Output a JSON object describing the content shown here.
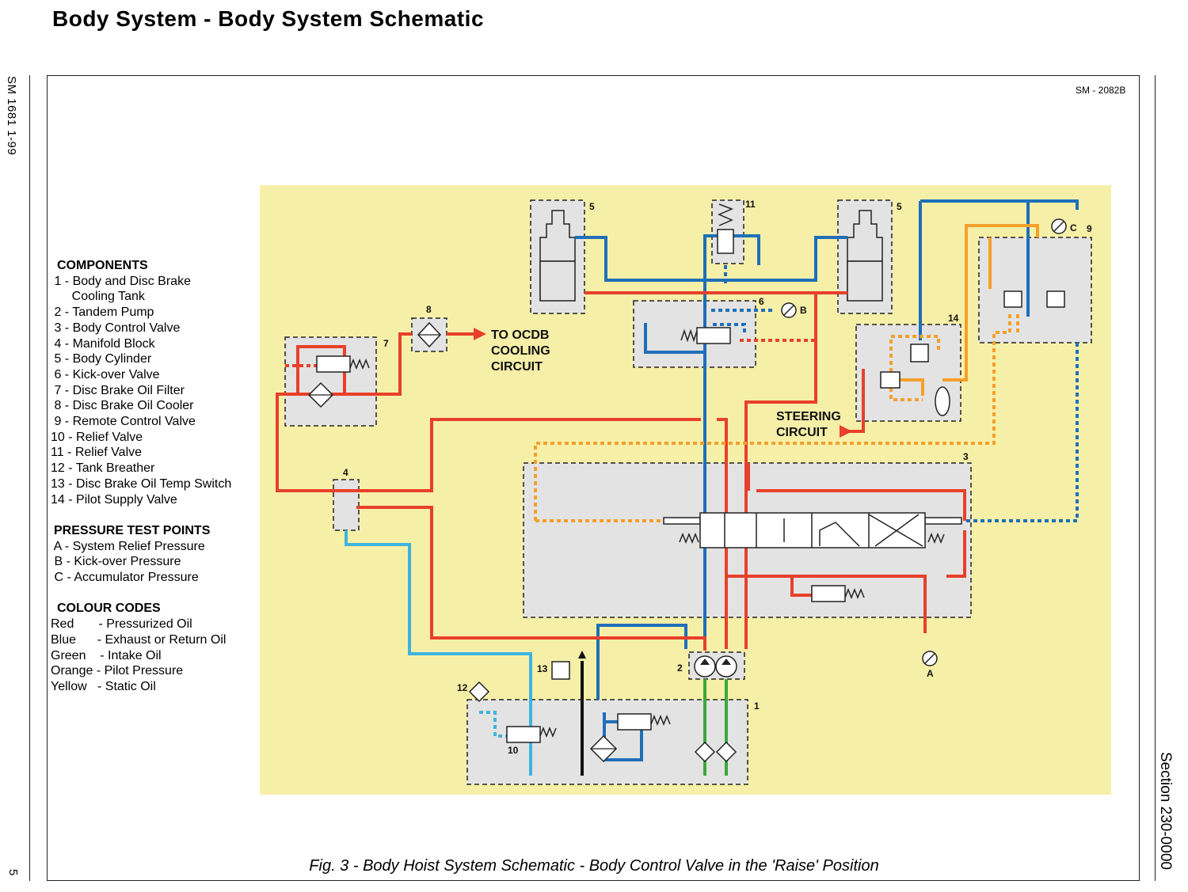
{
  "page": {
    "title": "Body System - Body System Schematic",
    "side_left": "SM 1681 1-99",
    "page_number": "5",
    "side_right": "Section 230-0000",
    "figure_code": "SM - 2082B",
    "caption": "Fig. 3 - Body Hoist System Schematic - Body Control Valve in the 'Raise' Position"
  },
  "legend": {
    "components_title": "COMPONENTS",
    "components": [
      " 1 - Body and Disc Brake",
      "      Cooling Tank",
      " 2 - Tandem Pump",
      " 3 - Body Control Valve",
      " 4 - Manifold Block",
      " 5 - Body Cylinder",
      " 6 - Kick-over Valve",
      " 7 - Disc Brake Oil Filter",
      " 8 - Disc Brake Oil Cooler",
      " 9 - Remote Control Valve",
      "10 - Relief Valve",
      "11 - Relief Valve",
      "12 - Tank Breather",
      "13 - Disc Brake Oil Temp Switch",
      "14 - Pilot Supply Valve"
    ],
    "pressure_title": "PRESSURE TEST POINTS",
    "pressure_points": [
      " A - System Relief Pressure",
      " B - Kick-over Pressure",
      " C - Accumulator Pressure"
    ],
    "colour_title": "COLOUR CODES",
    "colour_codes": [
      "Red       - Pressurized Oil",
      "Blue      - Exhaust or Return Oil",
      "Green    - Intake Oil",
      "Orange - Pilot Pressure",
      "Yellow   - Static Oil"
    ]
  },
  "diagram": {
    "labels": {
      "n1": "1",
      "n2": "2",
      "n3": "3",
      "n4": "4",
      "n5a": "5",
      "n5b": "5",
      "n6": "6",
      "n7": "7",
      "n8": "8",
      "n9": "9",
      "n10": "10",
      "n11": "11",
      "n12": "12",
      "n13": "13",
      "n14": "14",
      "pA": "A",
      "pB": "B",
      "pC": "C",
      "ocdb_1": "TO OCDB",
      "ocdb_2": "COOLING",
      "ocdb_3": "CIRCUIT",
      "steer_1": "STEERING",
      "steer_2": "CIRCUIT"
    },
    "colors": {
      "pressurized": "#e8402a",
      "exhaust": "#1f6fb8",
      "intake": "#3aa83a",
      "pilot": "#f5a02a",
      "static_bg": "#f6efa8",
      "light_blue": "#3fb3e0"
    }
  }
}
